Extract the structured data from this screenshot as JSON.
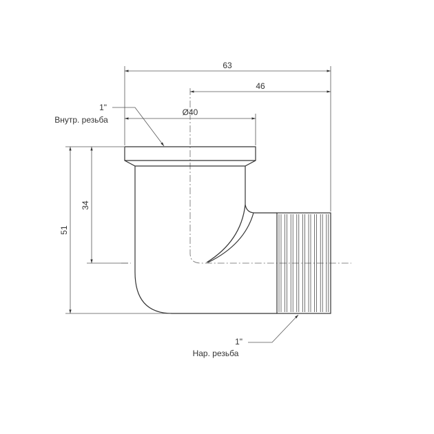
{
  "dimensions": {
    "overall_width": "63",
    "outlet_length": "46",
    "flange_diameter": "Ø40",
    "overall_height": "51",
    "inlet_height": "34"
  },
  "callouts": {
    "inner_thread_size": "1\"",
    "inner_thread_label": "Внутр. резьба",
    "outer_thread_size": "1\"",
    "outer_thread_label": "Нар. резьба"
  },
  "colors": {
    "line": "#333333"
  }
}
